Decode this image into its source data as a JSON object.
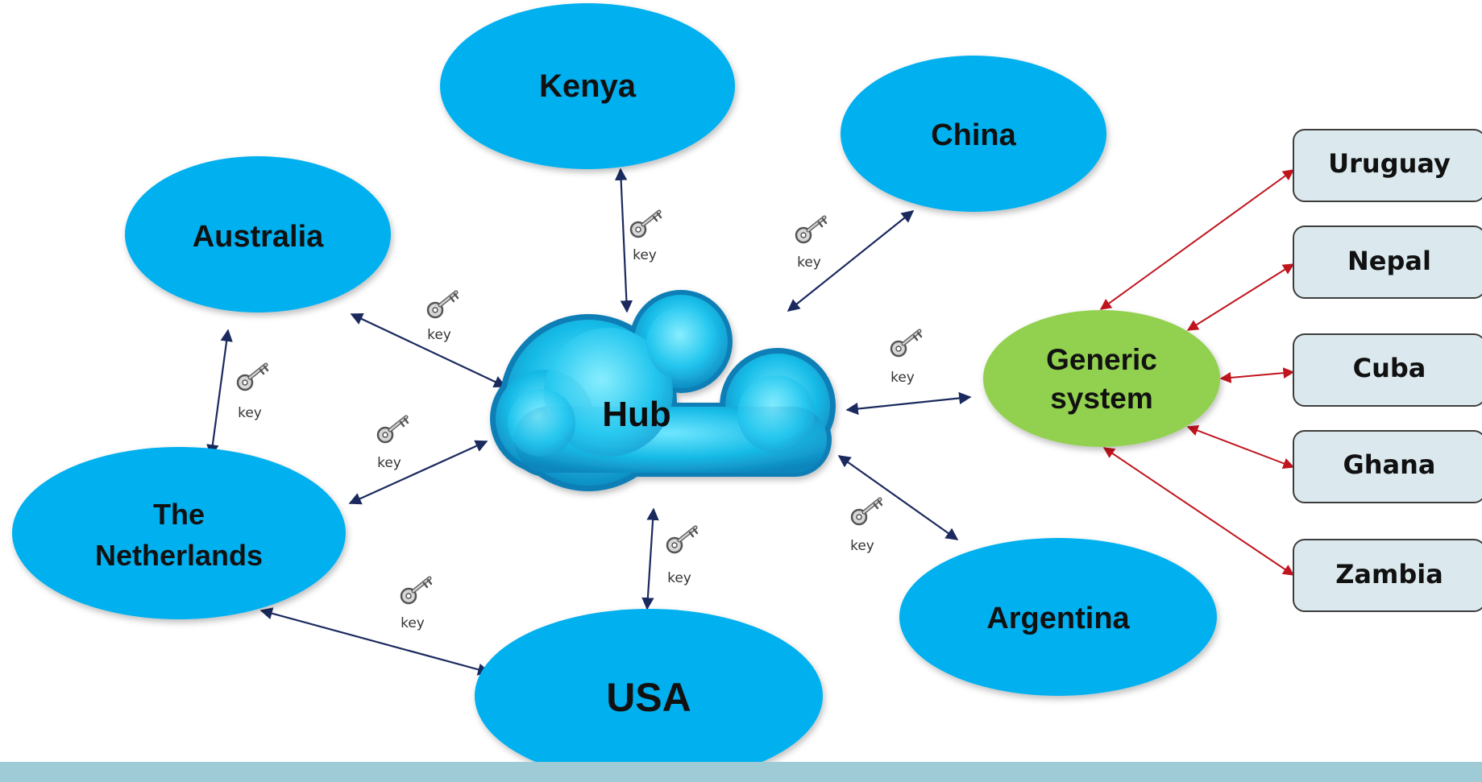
{
  "hub": {
    "label": "Hub"
  },
  "countries": {
    "kenya": "Kenya",
    "china": "China",
    "australia": "Australia",
    "netherlands_line1": "The",
    "netherlands_line2": "Netherlands",
    "usa": "USA",
    "argentina": "Argentina"
  },
  "generic_system": {
    "line1": "Generic",
    "line2": "system"
  },
  "connected_countries": [
    "Uruguay",
    "Nepal",
    "Cuba",
    "Ghana",
    "Zambia"
  ],
  "key_label": "key",
  "colors": {
    "country_fill": "#00b0ef",
    "generic_fill": "#92d050",
    "box_fill": "#dbe9ee",
    "hub_arrow": "#1b2a5e",
    "generic_arrow": "#c0141e",
    "footer_band": "#9fcbd6"
  }
}
